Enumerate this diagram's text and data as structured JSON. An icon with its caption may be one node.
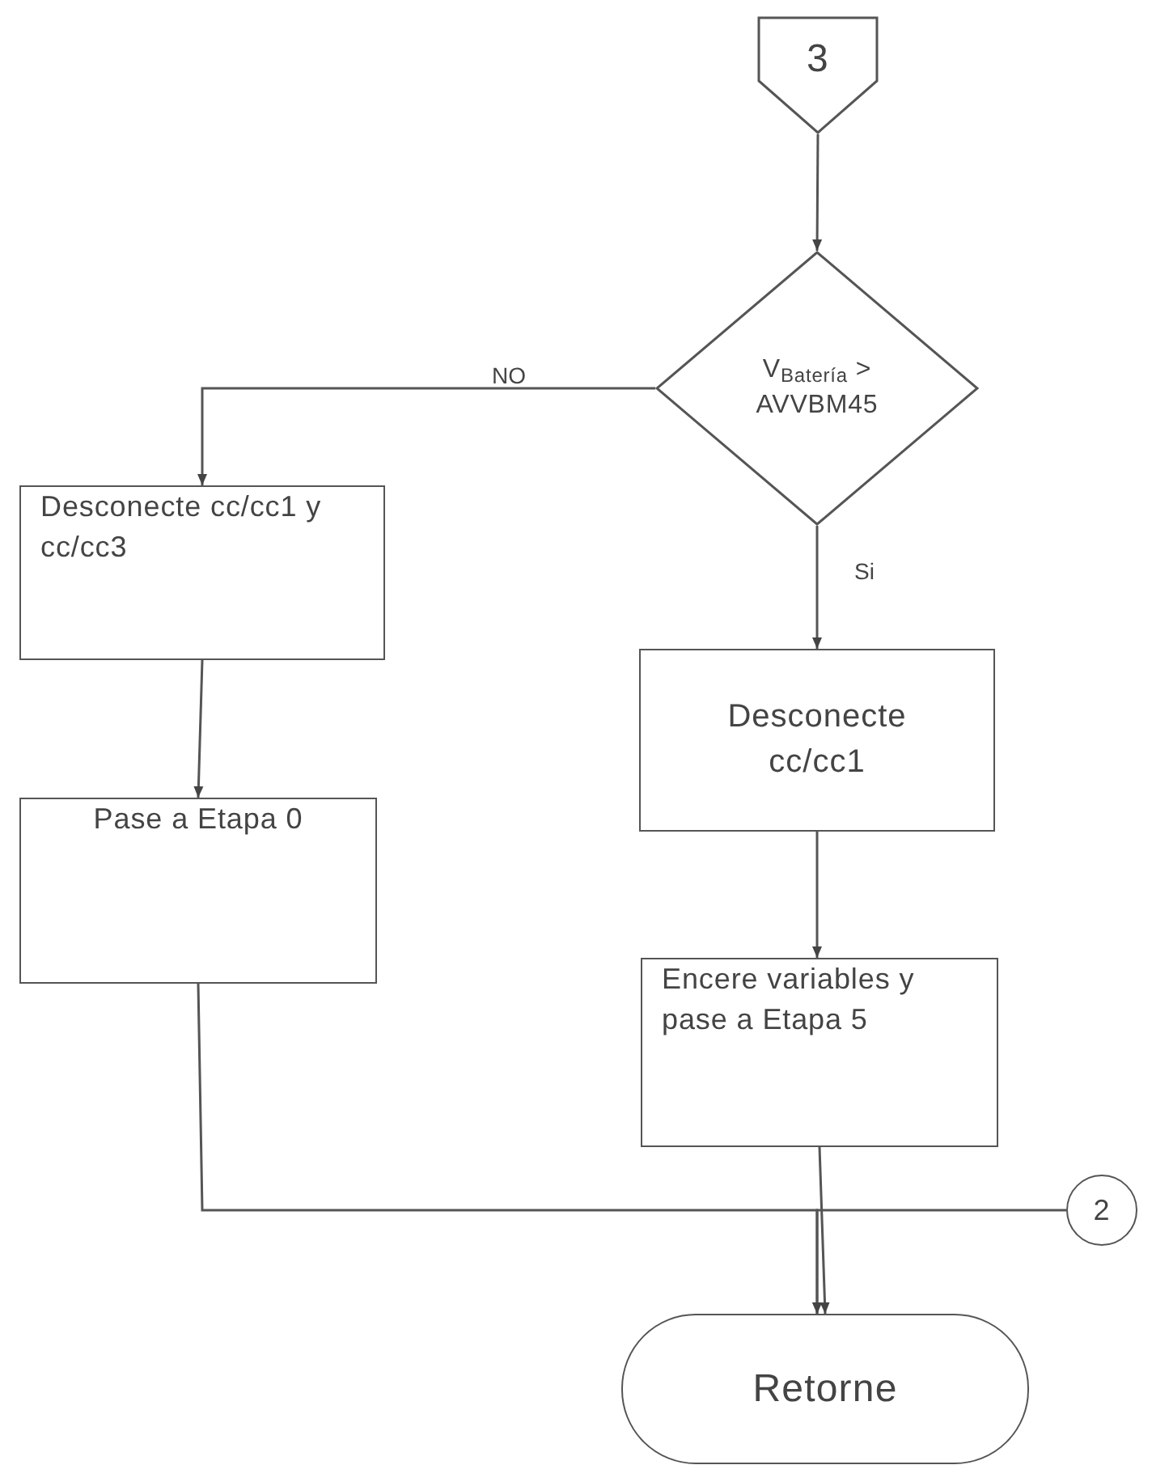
{
  "diagram": {
    "nodes": [
      {
        "text": [
          "3"
        ]
      },
      {
        "text": [
          "V$_{Batería}$ > AVVBM45"
        ]
      },
      {
        "text": [
          "Desconecte cc/cc1 y cc/cc3"
        ]
      },
      {
        "text": [
          "Pase a Etapa 0"
        ]
      },
      {
        "text": [
          "Desconecte cc/cc1"
        ]
      },
      {
        "text": [
          "Encere variables y pase a Etapa 5"
        ]
      },
      {
        "text": [
          "2"
        ]
      },
      {
        "text": [
          "Retorne"
        ]
      }
    ],
    "edges": [
      {
        "from": 0,
        "to": 1,
        "arrow": "to"
      },
      {
        "from": 1,
        "to": 2,
        "arrow": "to",
        "label": "NO"
      },
      {
        "from": 1,
        "to": 4,
        "arrow": "to",
        "label": "Si"
      },
      {
        "from": 2,
        "to": 3,
        "arrow": "to"
      },
      {
        "from": 4,
        "to": 5,
        "arrow": "to"
      },
      {
        "from": 3,
        "to": 7,
        "arrow": "to"
      },
      {
        "from": 5,
        "to": 7,
        "arrow": "to"
      },
      {
        "from": 6,
        "to": 7,
        "arrow": "to"
      }
    ]
  }
}
